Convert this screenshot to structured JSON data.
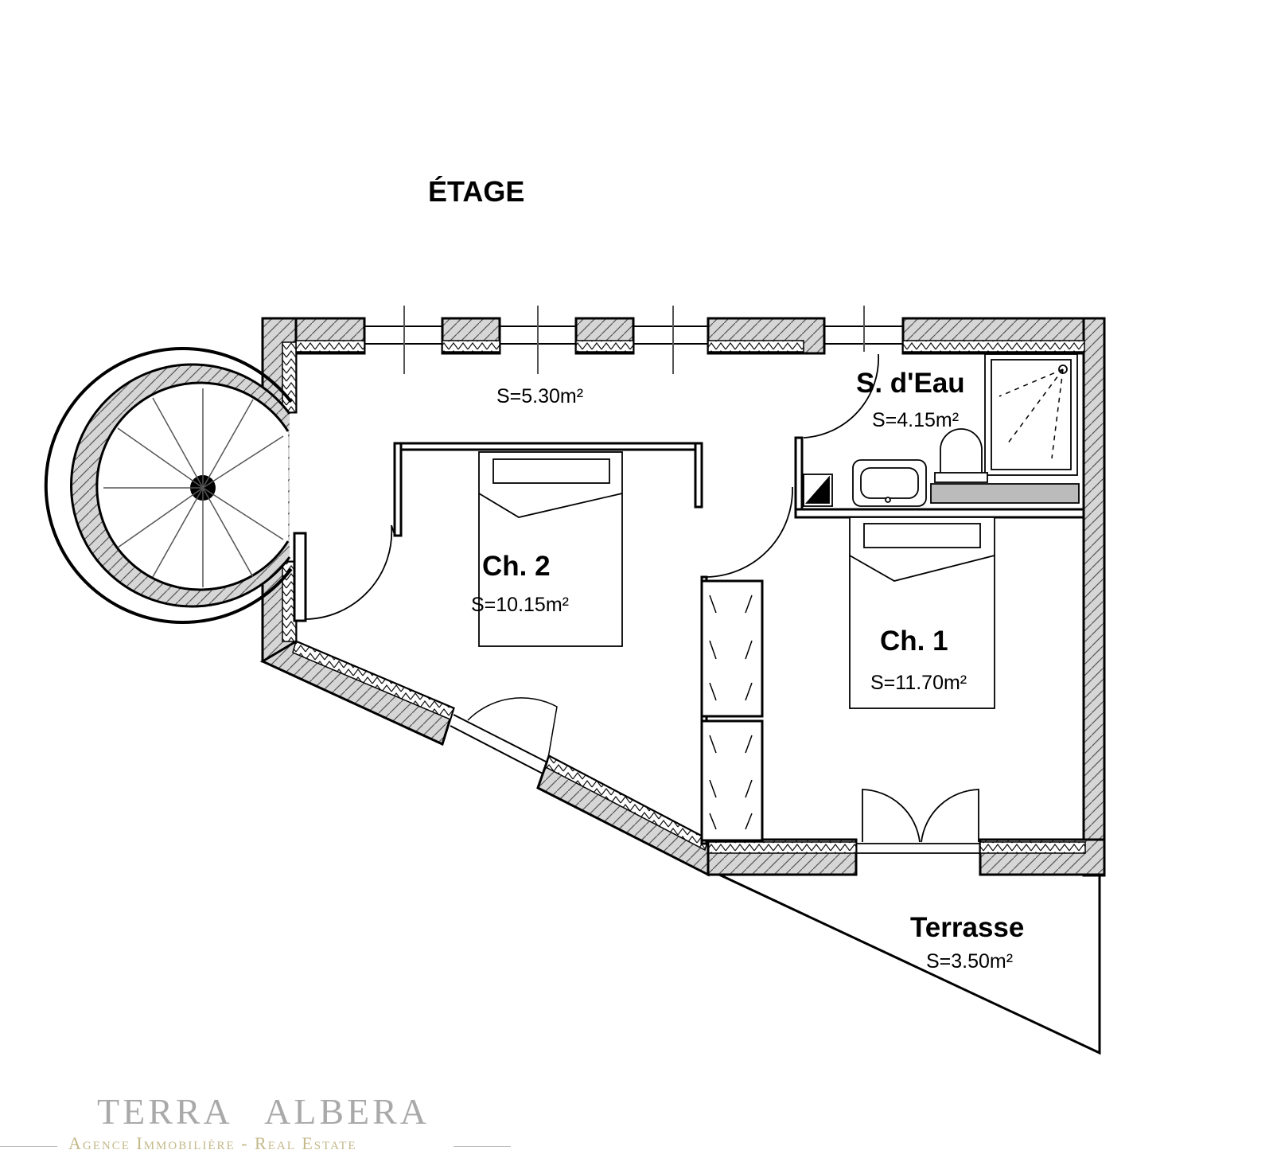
{
  "plan": {
    "title": "ÉTAGE",
    "rooms": [
      {
        "id": "hall",
        "name": "",
        "area": "S=5.30m²"
      },
      {
        "id": "sdeau",
        "name": "S. d'Eau",
        "area": "S=4.15m²"
      },
      {
        "id": "ch2",
        "name": "Ch. 2",
        "area": "S=10.15m²"
      },
      {
        "id": "ch1",
        "name": "Ch. 1",
        "area": "S=11.70m²"
      },
      {
        "id": "terrasse",
        "name": "Terrasse",
        "area": "S=3.50m²"
      }
    ]
  },
  "brand": {
    "name_part1": "TERRA",
    "name_part2": "ALBERA",
    "tagline": "Agence Immobilière - Real Estate"
  },
  "colors": {
    "wall": "#000000",
    "wall_fill": "#d6d6d6",
    "brand_gray": "#a9a9a9",
    "brand_gold": "#c4b98a"
  }
}
